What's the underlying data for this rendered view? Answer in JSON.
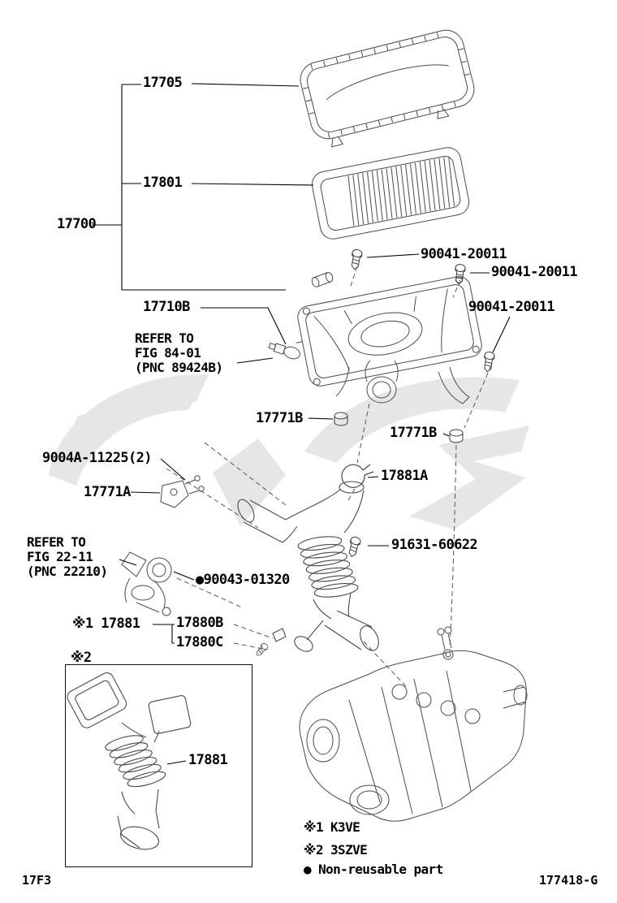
{
  "diagram": {
    "parts": {
      "cap": "17705",
      "element": "17801",
      "cleaner_assy": "17700",
      "bolt_a": "90041-20011",
      "bolt_b": "90041-20011",
      "bolt_c": "90041-20011",
      "cap_sub": "17710B",
      "refer_84": {
        "l1": "REFER TO",
        "l2": "FIG 84-01",
        "l3": "(PNC 89424B)"
      },
      "grommet_a": "17771B",
      "grommet_b": "17771B",
      "stud": "9004A-11225(2)",
      "clamp": "17881A",
      "bracket": "17771A",
      "refer_22": {
        "l1": "REFER TO",
        "l2": "FIG 22-11",
        "l3": "(PNC 22210)"
      },
      "bolt_d": "91631-60622",
      "clip": "●90043-01320",
      "hose_k3ve": "※1 17881",
      "hose_b": "17880B",
      "hose_c": "17880C",
      "inset_mark": "※2",
      "hose_3szve": "17881"
    },
    "legend": {
      "note1": "※1 K3VE",
      "note2": "※2 3SZVE",
      "non_reusable": "● Non-reusable part"
    },
    "footer": {
      "left": "17F3",
      "right": "177418-G"
    }
  }
}
